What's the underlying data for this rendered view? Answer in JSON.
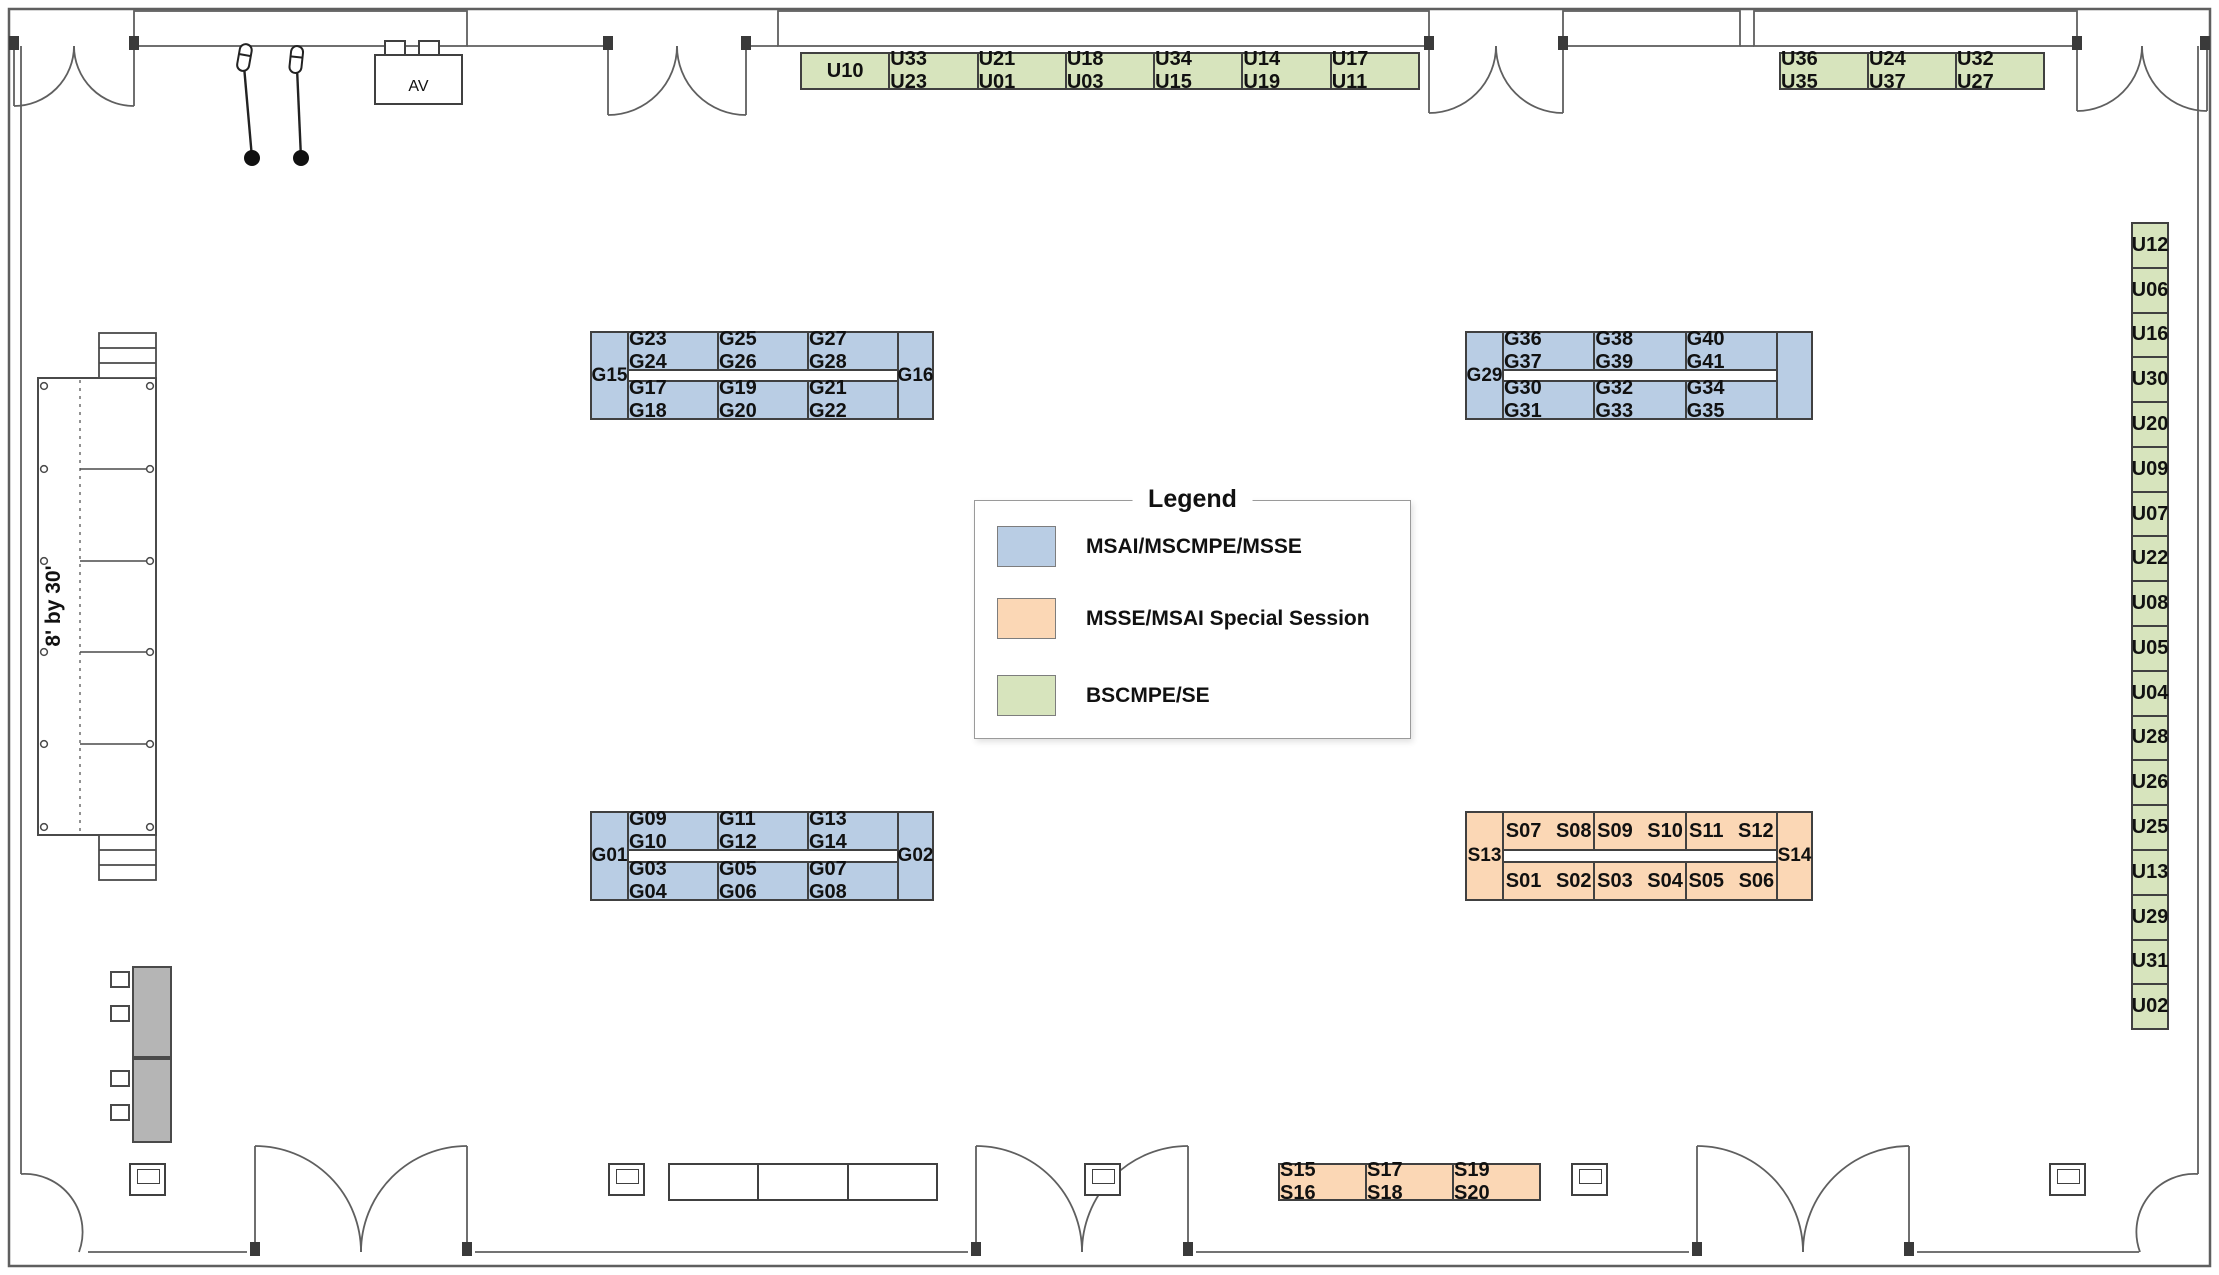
{
  "colors": {
    "blue": "#b9cde4",
    "orange": "#fbd7b5",
    "green": "#d7e4bd",
    "wall": "#5f5f5f"
  },
  "legend": {
    "title": "Legend",
    "items": [
      {
        "label": "MSAI/MSCMPE/MSSE",
        "color": "#b9cde4"
      },
      {
        "label": "MSSE/MSAI Special Session",
        "color": "#fbd7b5"
      },
      {
        "label": "BSCMPE/SE",
        "color": "#d7e4bd"
      }
    ]
  },
  "top_row_left": {
    "cells": [
      "U10",
      "U33 U23",
      "U21 U01",
      "U18 U03",
      "U34 U15",
      "U14 U19",
      "U17 U11"
    ]
  },
  "top_row_right": {
    "cells": [
      "U36 U35",
      "U24 U37",
      "U32 U27"
    ]
  },
  "right_column": {
    "cells": [
      "U12",
      "U06",
      "U16",
      "U30",
      "U20",
      "U09",
      "U07",
      "U22",
      "U08",
      "U05",
      "U04",
      "U28",
      "U26",
      "U25",
      "U13",
      "U29",
      "U31",
      "U02"
    ]
  },
  "groups": {
    "upper_left": {
      "cap_left": "G15",
      "cap_right": "G16",
      "top": [
        "G23 G24",
        "G25 G26",
        "G27 G28"
      ],
      "bottom": [
        "G17 G18",
        "G19 G20",
        "G21 G22"
      ]
    },
    "upper_right": {
      "cap_left": "G29",
      "cap_right": "",
      "top": [
        "G36 G37",
        "G38 G39",
        "G40 G41"
      ],
      "bottom": [
        "G30 G31",
        "G32 G33",
        "G34 G35"
      ]
    },
    "lower_left": {
      "cap_left": "G01",
      "cap_right": "G02",
      "top": [
        "G09 G10",
        "G11 G12",
        "G13 G14"
      ],
      "bottom": [
        "G03 G04",
        "G05 G06",
        "G07 G08"
      ]
    },
    "lower_right": {
      "cap_left": "S13",
      "cap_right": "S14",
      "top": [
        "S07 S08",
        "S09 S10",
        "S11 S12"
      ],
      "bottom": [
        "S01 S02",
        "S03 S04",
        "S05 S06"
      ]
    }
  },
  "bottom_row": {
    "cells": [
      "S15 S16",
      "S17 S18",
      "S19 S20"
    ]
  },
  "stage": {
    "label": "8' by 30'"
  },
  "av": {
    "label": "AV"
  }
}
